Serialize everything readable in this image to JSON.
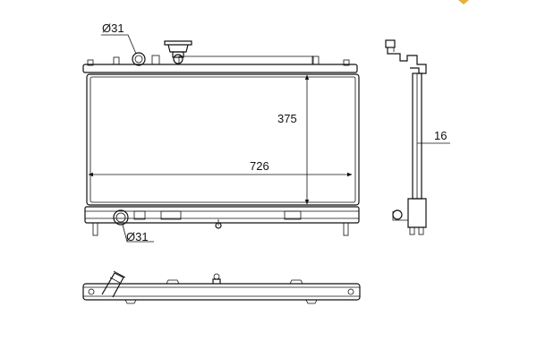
{
  "dimensions": {
    "width": "726",
    "height": "375",
    "depth": "16",
    "inlet_diameter": "Ø31",
    "outlet_diameter": "Ø31"
  },
  "colors": {
    "line": "#111111",
    "background": "#ffffff",
    "corner_mark": "#e3b23c"
  }
}
